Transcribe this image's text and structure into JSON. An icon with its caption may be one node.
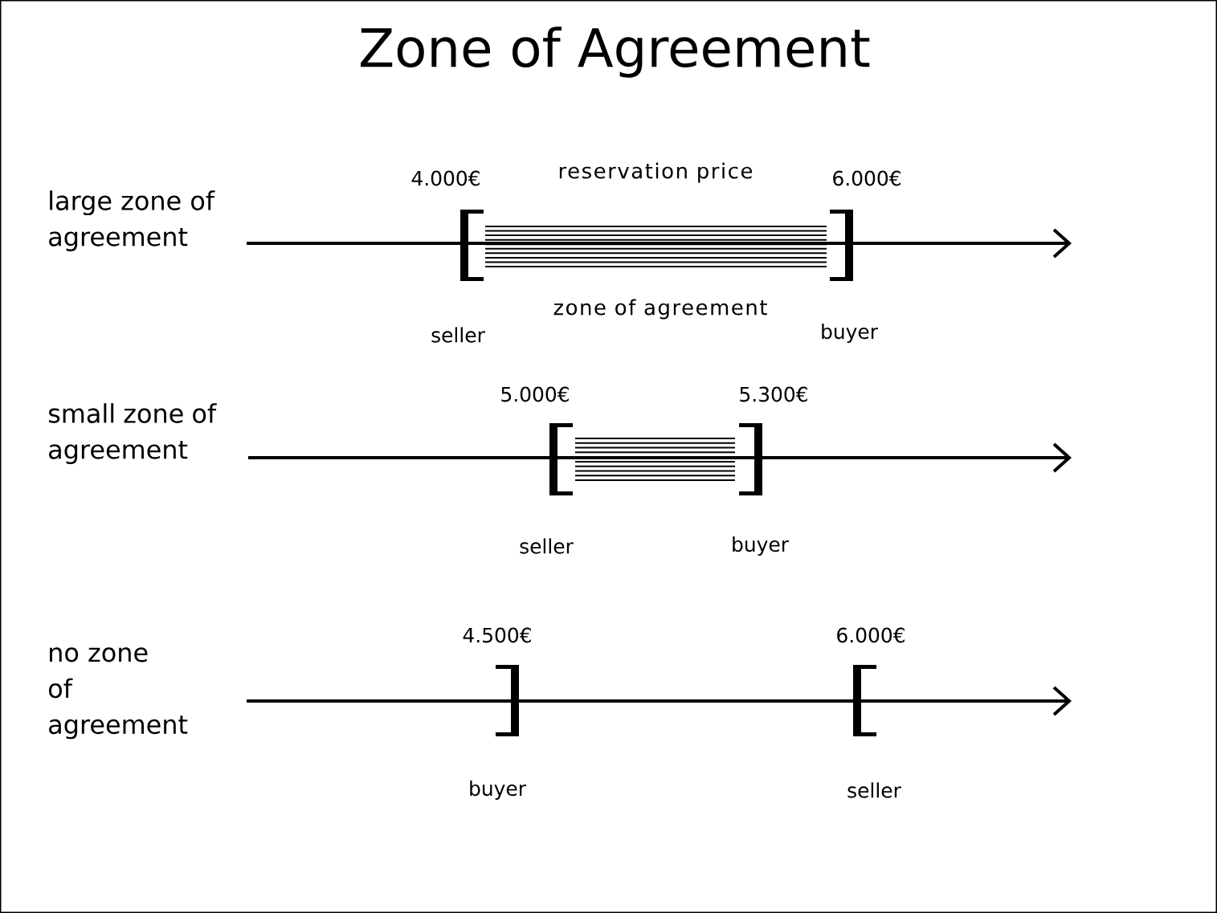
{
  "diagram": {
    "title": "Zone of Agreement",
    "labels": [
      "4.000€",
      "reservation price",
      "6.000€",
      "large zone of agreement",
      "zone of agreement",
      "seller",
      "buyer",
      "5.000€",
      "5.300€",
      "small zone of agreement",
      "seller",
      "buyer",
      "4.500€",
      "6.000€",
      "no zone of agreement",
      "buyer",
      "seller"
    ]
  }
}
